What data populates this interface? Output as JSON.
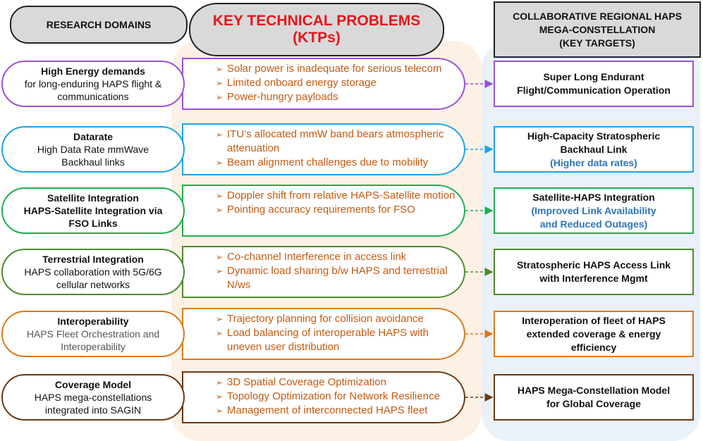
{
  "headers": {
    "left": "RESEARCH DOMAINS",
    "mid_line1": "KEY TECHNICAL PROBLEMS",
    "mid_line2": "(KTPs)",
    "right_line1": "COLLABORATIVE REGIONAL HAPS",
    "right_line2": "MEGA-CONSTELLATION",
    "right_line3": "(KEY TARGETS)"
  },
  "colors": {
    "energy": "#9d4fd8",
    "datarate": "#1aa3e8",
    "satellite": "#1fae4f",
    "terrestrial": "#4f8a2e",
    "interop": "#d9791a",
    "coverage": "#6b3a12",
    "ktp_text": "#c55a11",
    "header_red": "#e8141a",
    "target_sub": "#2e75b6"
  },
  "rows": [
    {
      "domain_title": "High Energy demands",
      "domain_lines": [
        "for long-enduring HAPS flight &",
        "communications"
      ],
      "ktps": [
        "Solar power is inadequate  for serious telecom",
        "Limited onboard energy storage",
        "Power-hungry payloads"
      ],
      "target_lines": [
        "Super Long Endurant",
        "Flight/Communication Operation"
      ],
      "target_sub": []
    },
    {
      "domain_title": "Datarate",
      "domain_lines": [
        "High Data Rate mmWave",
        "Backhaul links"
      ],
      "ktps": [
        "ITU’s allocated mmW band bears atmospheric attenuation",
        "Beam alignment challenges due to mobility"
      ],
      "target_lines": [
        "High-Capacity Stratospheric",
        "Backhaul Link"
      ],
      "target_sub": [
        "(Higher data rates)"
      ]
    },
    {
      "domain_title": "Satellite Integration",
      "domain_lines": [
        "HAPS-Satellite Integration  via",
        "FSO Links"
      ],
      "ktps": [
        "Doppler shift from relative HAPS-Satellite motion",
        "Pointing accuracy requirements for FSO"
      ],
      "target_lines": [
        "Satellite-HAPS Integration"
      ],
      "target_sub": [
        "(Improved Link Availability",
        "and Reduced Outages)"
      ]
    },
    {
      "domain_title": "Terrestrial Integration",
      "domain_lines": [
        "HAPS collaboration with 5G/6G",
        "cellular networks"
      ],
      "ktps": [
        "Co-channel Interference in access link",
        "Dynamic load sharing b/w HAPS and terrestrial N/ws"
      ],
      "target_lines": [
        "Stratospheric HAPS Access Link",
        "with Interference  Mgmt"
      ],
      "target_sub": []
    },
    {
      "domain_title": "Interoperability",
      "domain_lines": [
        "HAPS Fleet Orchestration and",
        "Interoperability"
      ],
      "ktps": [
        "Trajectory planning for collision avoidance",
        "Load balancing of interoperable HAPS with uneven user distribution"
      ],
      "target_lines": [
        "Interoperation  of fleet of HAPS",
        "extended coverage & energy",
        "efficiency"
      ],
      "target_sub": []
    },
    {
      "domain_title": "Coverage Model",
      "domain_lines": [
        "HAPS mega-constellations",
        "integrated into SAGIN"
      ],
      "ktps": [
        "3D Spatial Coverage Optimization",
        "Topology Optimization for Network Resilience",
        "Management of interconnected HAPS fleet"
      ],
      "target_lines": [
        "HAPS Mega-Constellation Model",
        "for Global Coverage"
      ],
      "target_sub": []
    }
  ]
}
